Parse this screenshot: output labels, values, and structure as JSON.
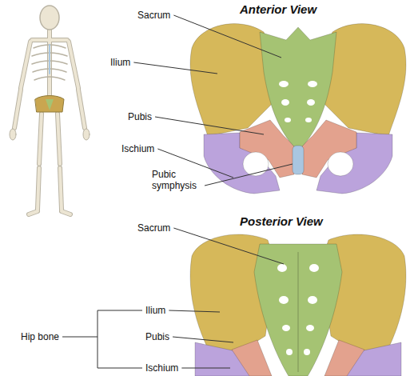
{
  "diagram": {
    "labels": [
      "Anterior View",
      "Sacrum",
      "Ilium",
      "Pubis",
      "Ischium",
      "Pubic symphysis",
      "Posterior View",
      "Sacrum",
      "Ilium",
      "Pubis",
      "Ischium",
      "Hip bone"
    ]
  }
}
